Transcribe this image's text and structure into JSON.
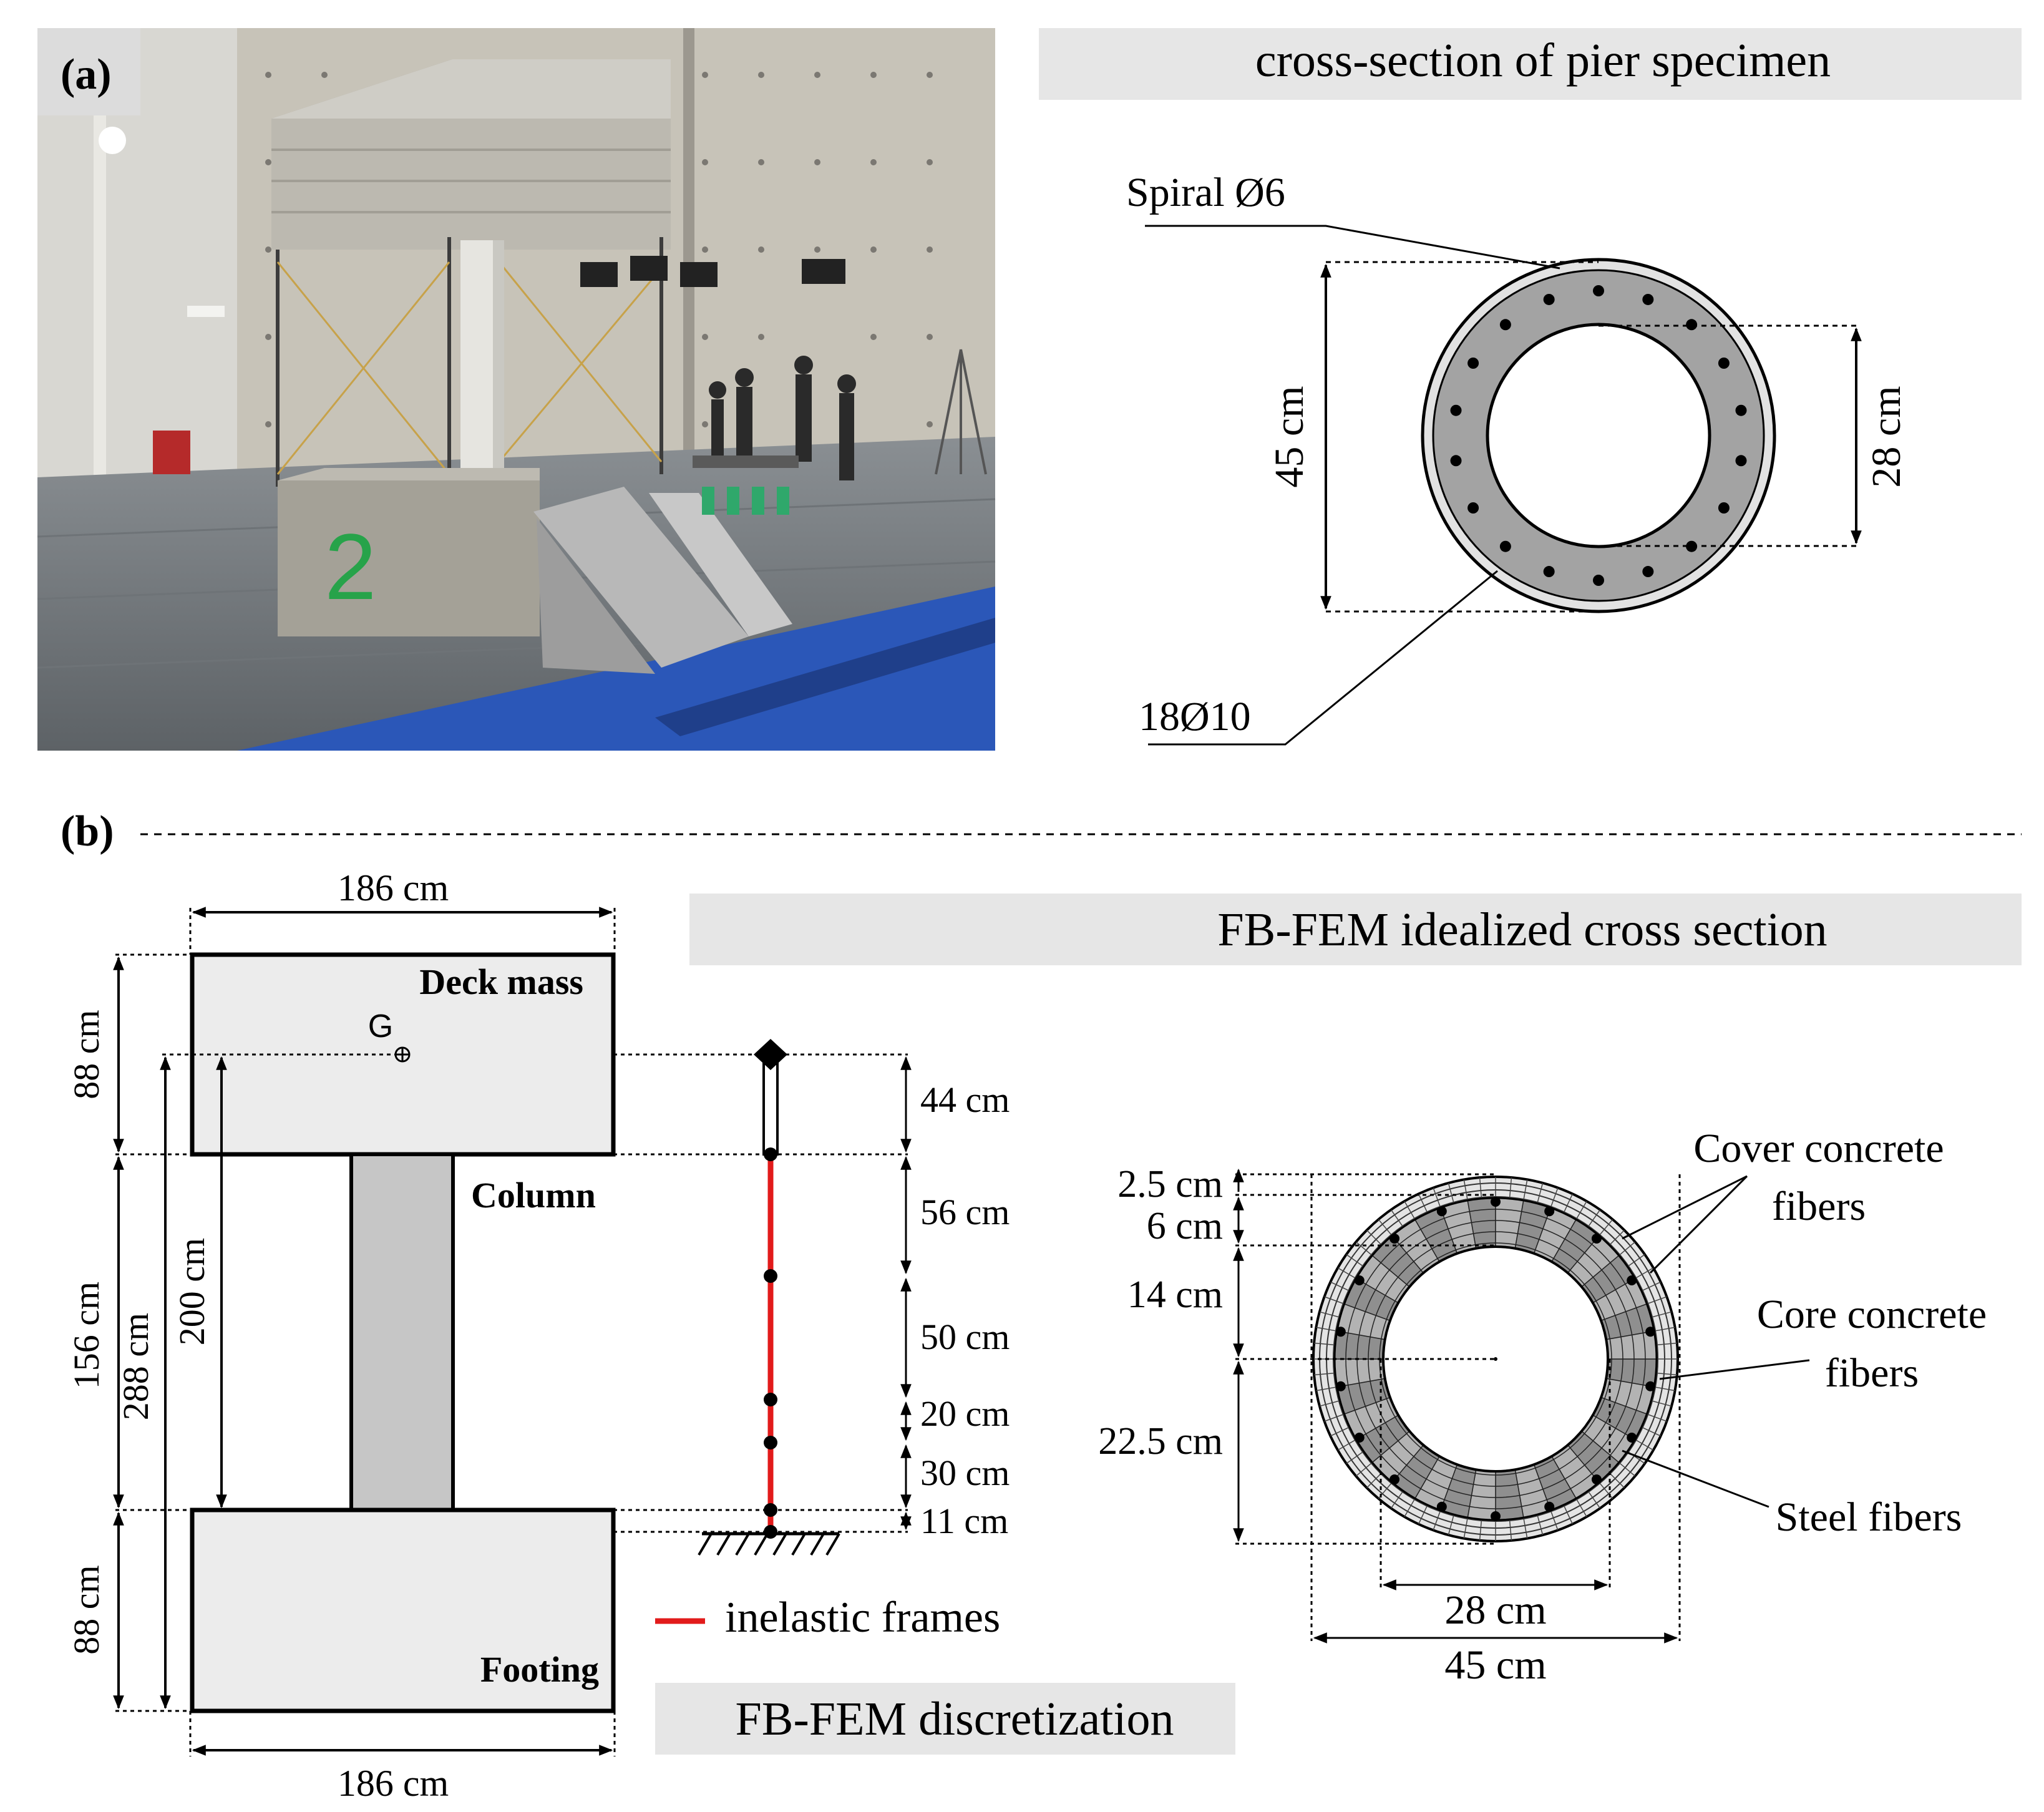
{
  "panel_a": {
    "label": "(a)",
    "photo": {
      "description_icon": "shake-table-photo",
      "number_painted": "2"
    },
    "cross_section": {
      "title": "cross-section of pier specimen",
      "spiral_label": "Spiral Ø6",
      "bars_label": "18Ø10",
      "outer_dim": "45 cm",
      "inner_dim": "28 cm"
    }
  },
  "panel_b": {
    "label": "(b)",
    "geometry": {
      "top_width": "186 cm",
      "bottom_width": "186 cm",
      "deck_label": "Deck mass",
      "g_label": "G",
      "column_label": "Column",
      "footing_label": "Footing",
      "dim_88_top": "88 cm",
      "dim_156": "156 cm",
      "dim_288": "288 cm",
      "dim_200": "200 cm",
      "dim_88_bottom": "88 cm"
    },
    "discretization": {
      "segments": [
        "44 cm",
        "56 cm",
        "50 cm",
        "20 cm",
        "30 cm",
        "11 cm"
      ],
      "legend_label": "inelastic frames",
      "legend_color": "#e21b1b",
      "title": "FB-FEM discretization"
    },
    "fiber_section": {
      "title": "FB-FEM idealized cross section",
      "dims_left": [
        "2.5 cm",
        "6 cm",
        "14 cm",
        "22.5 cm"
      ],
      "dim_inner": "28 cm",
      "dim_outer": "45 cm",
      "cover_label_1": "Cover concrete",
      "cover_label_2": "fibers",
      "core_label_1": "Core concrete",
      "core_label_2": "fibers",
      "steel_label": "Steel fibers"
    }
  }
}
